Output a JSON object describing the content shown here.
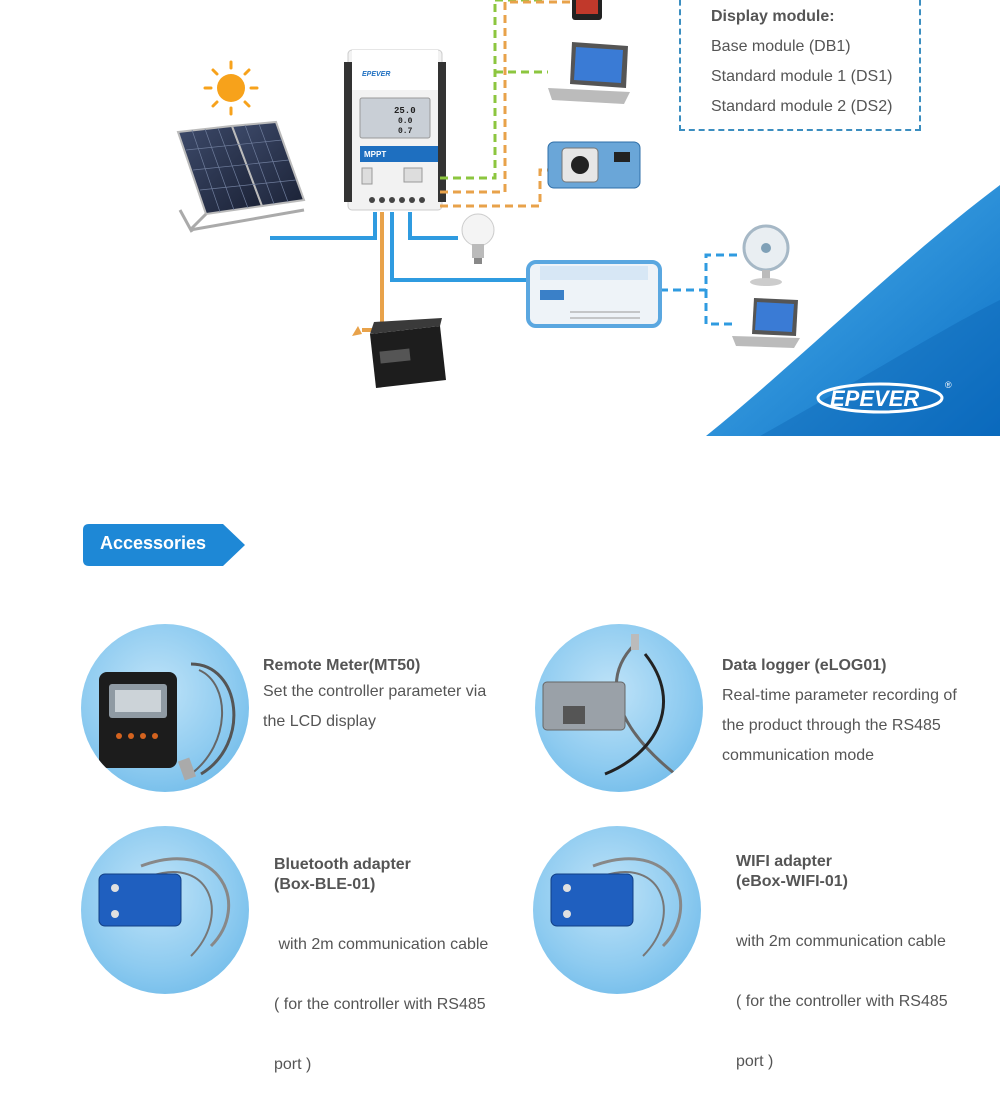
{
  "display_module": {
    "heading": "Display module:",
    "items": [
      "Base module (DB1)",
      "Standard module 1 (DS1)",
      "Standard module 2 (DS2)"
    ]
  },
  "brand": {
    "logo": "EPEVER",
    "registered": "®"
  },
  "controller": {
    "label": "MPPT",
    "lcd_values": [
      "25.0",
      "0.0",
      "0.7"
    ]
  },
  "section_tab": {
    "label": "Accessories"
  },
  "accessories": [
    {
      "title": "Remote Meter(MT50)",
      "lines": [
        "Set the controller parameter via",
        "the LCD display"
      ]
    },
    {
      "title": "Data logger (eLOG01)",
      "lines": [
        "Real-time parameter recording of",
        "the product through the RS485",
        "communication mode"
      ]
    },
    {
      "title_lines": [
        "Bluetooth adapter",
        "(Box-BLE-01)"
      ],
      "lines": [
        " with 2m communication cable",
        "( for the controller with RS485",
        "port )"
      ]
    },
    {
      "title_lines": [
        "WIFI adapter",
        "(eBox-WIFI-01)"
      ],
      "lines": [
        "with 2m communication cable",
        "( for the controller with RS485",
        "port )"
      ]
    }
  ],
  "colors": {
    "accent_blue": "#1e88d6",
    "panel_blue": "#2f9be0",
    "green_line": "#8cc63f",
    "orange_line": "#e8a24a",
    "text": "#555555"
  }
}
